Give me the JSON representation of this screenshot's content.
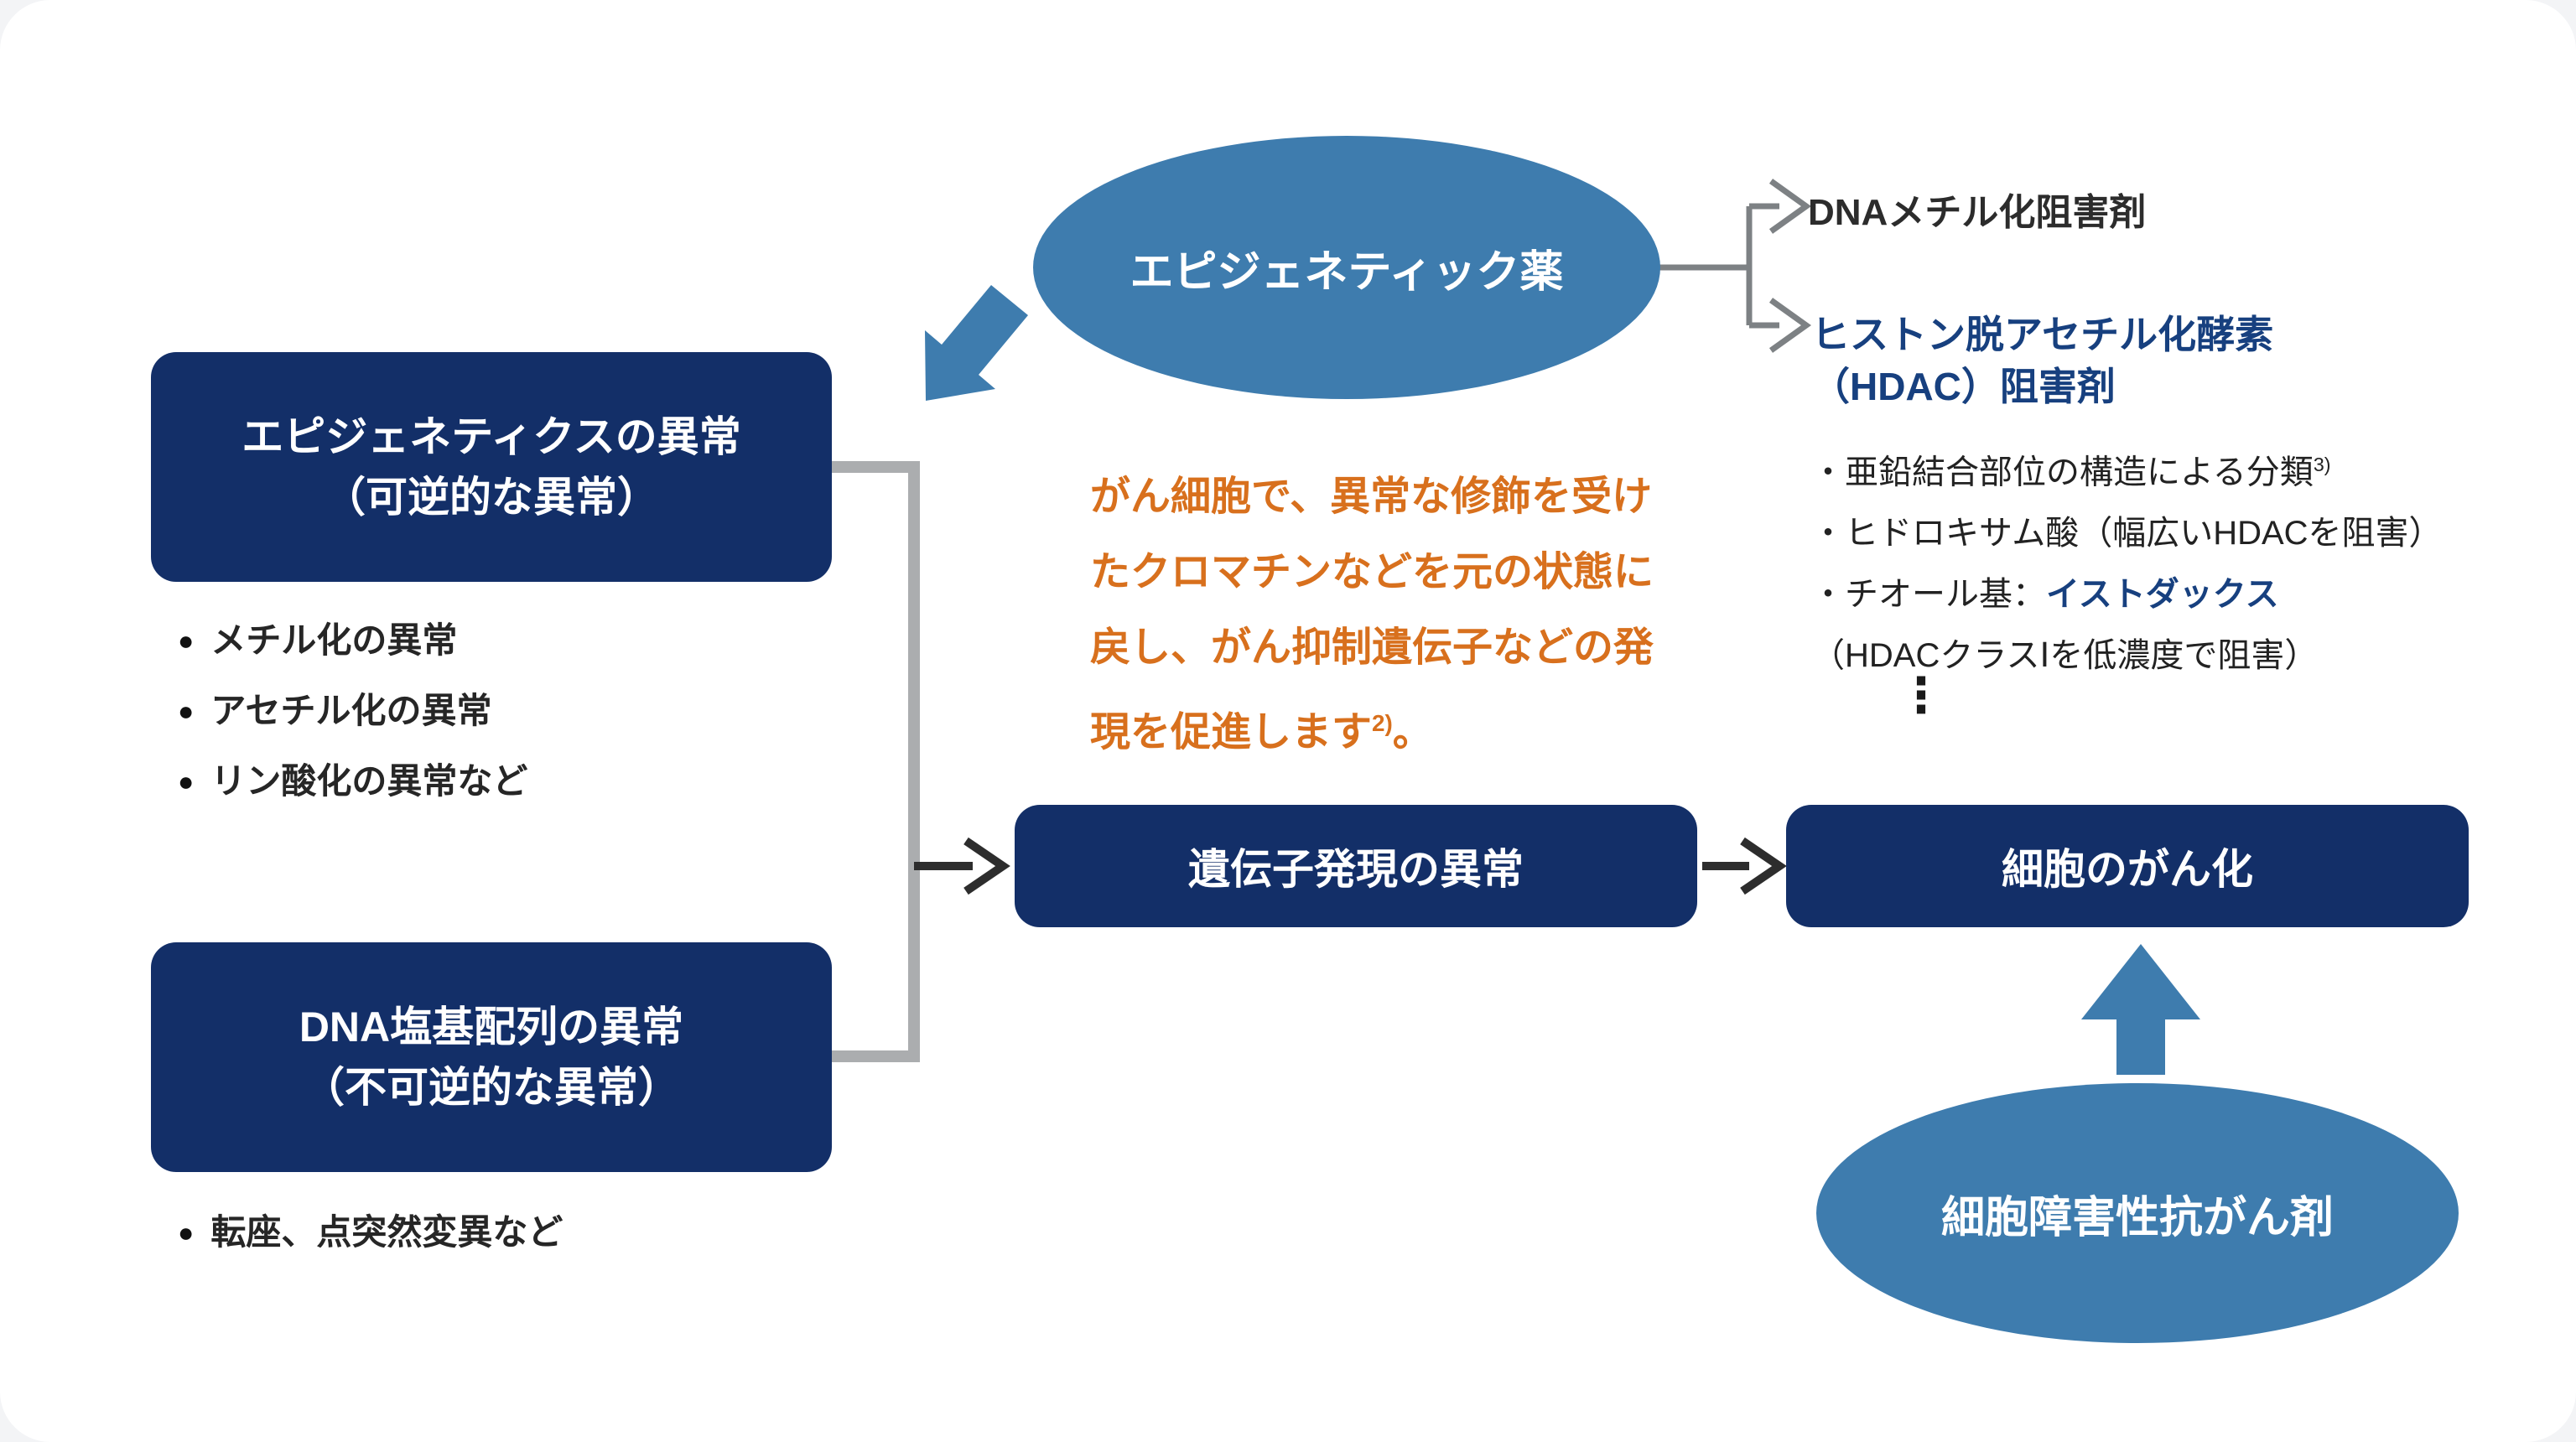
{
  "drug_ellipse": {
    "label": "エピジェネティック薬"
  },
  "drug_classes": {
    "methylation_inhibitor": "DNAメチル化阻害剤",
    "hdac_inhibitor_line1": "ヒストン脱アセチル化酵素",
    "hdac_inhibitor_line2": "（HDAC）阻害剤",
    "details": [
      {
        "prefix": "・亜鉛結合部位の構造による分類",
        "sup": "3)"
      },
      {
        "text": "・ヒドロキサム酸（幅広いHDACを阻害）"
      },
      {
        "prefix": "・チオール基：",
        "highlight": "イストダックス"
      },
      {
        "text": "（HDACクラスⅠを低濃度で阻害）"
      }
    ]
  },
  "description": {
    "text": "がん細胞で、異常な修飾を受けたクロマチンなどを元の状態に戻し、がん抑制遺伝子などの発現を促進します",
    "sup": "2)",
    "suffix": "。"
  },
  "epigenetic_box": {
    "line1": "エピジェネティクスの異常",
    "line2": "（可逆的な異常）",
    "bullets": [
      "メチル化の異常",
      "アセチル化の異常",
      "リン酸化の異常など"
    ]
  },
  "dna_box": {
    "line1": "DNA塩基配列の異常",
    "line2": "（不可逆的な異常）",
    "bullets": [
      "転座、点突然変異など"
    ]
  },
  "gene_box": {
    "label": "遺伝子発現の異常"
  },
  "cancer_box": {
    "label": "細胞のがん化"
  },
  "cytotoxic_ellipse": {
    "label": "細胞障害性抗がん剤"
  },
  "markers": {
    "bullet": "●",
    "vertical_ellipsis": "⋮"
  },
  "colors": {
    "navy_box": "#132F68",
    "blue_shape": "#3E7CAE",
    "orange_text": "#D8701D",
    "blue_text": "#17407F",
    "gray_connector_light": "#ABADAF",
    "gray_connector": "#7D8184",
    "dark_arrow": "#2D2D2D",
    "text_dark": "#222222",
    "background": "#FFFFFF"
  }
}
